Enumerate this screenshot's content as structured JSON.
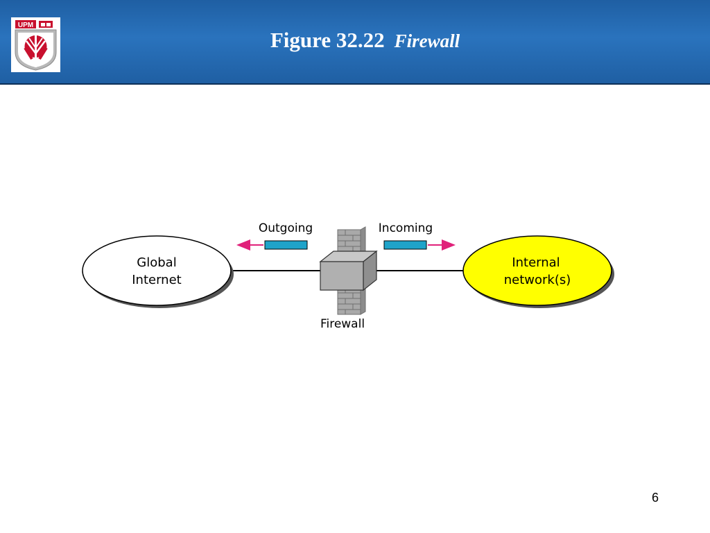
{
  "slide": {
    "figure_number": "Figure 32.22",
    "figure_name": "Firewall",
    "page_number": "6"
  },
  "logo": {
    "text": "UPM",
    "icon": "upm-university-logo-icon"
  },
  "diagram": {
    "left_node": {
      "line1": "Global",
      "line2": "Internet",
      "fill": "#ffffff"
    },
    "right_node": {
      "line1": "Internal",
      "line2": "network(s)",
      "fill": "#ffff00"
    },
    "firewall_label": "Firewall",
    "outgoing_label": "Outgoing",
    "incoming_label": "Incoming",
    "packet_color": "#1fa3c9",
    "arrow_color": "#e0217a",
    "firewall_color": "#a9a9a9"
  }
}
